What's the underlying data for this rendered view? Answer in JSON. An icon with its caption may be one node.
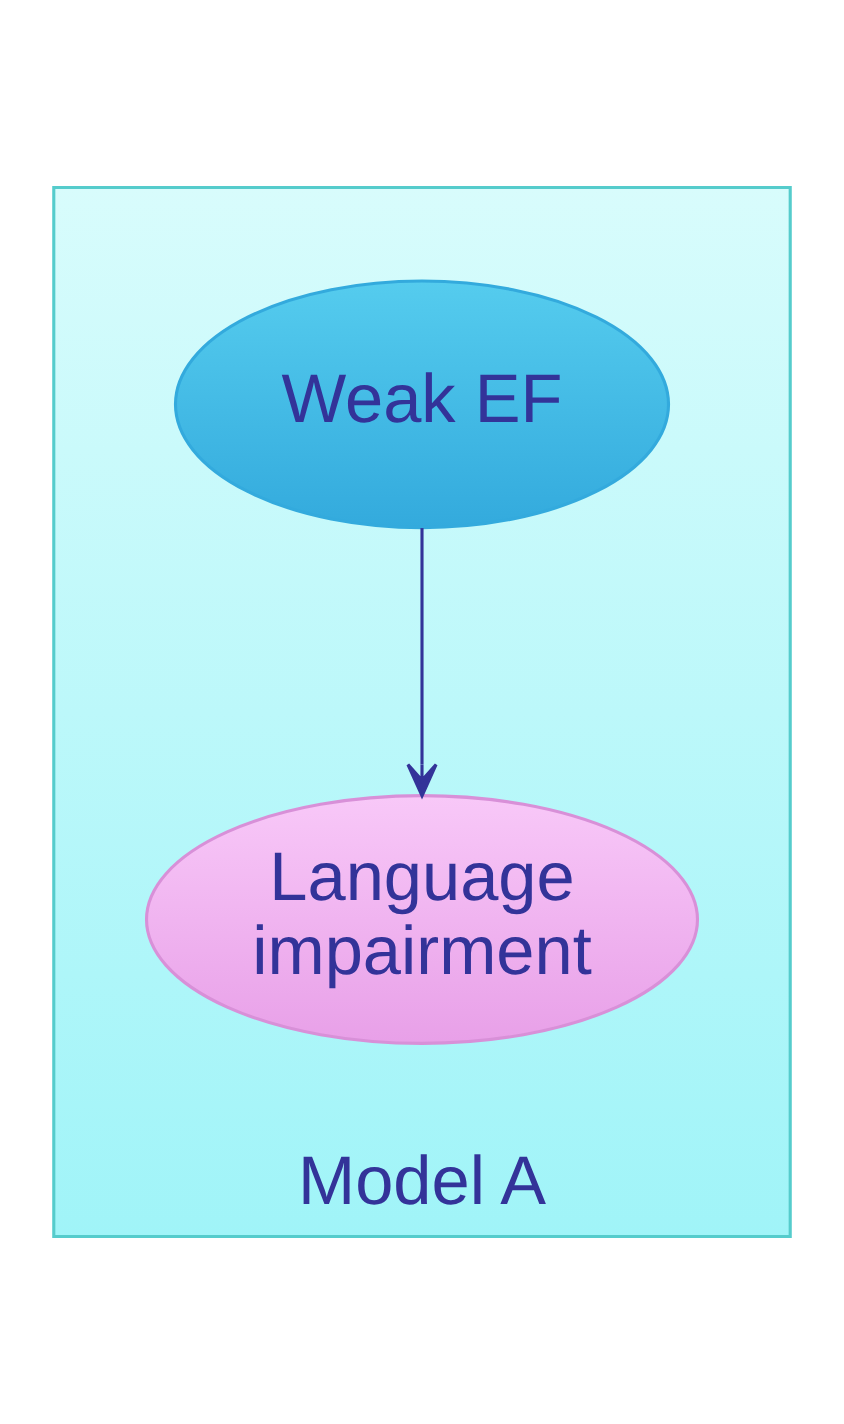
{
  "diagram": {
    "nodes": [
      {
        "text": [
          "Model A"
        ]
      },
      {
        "text": [
          "Weak EF"
        ],
        "in": 0
      },
      {
        "text": [
          "Language impairment"
        ],
        "in": 0
      }
    ],
    "edges": [
      {
        "from": 1,
        "to": 2,
        "arrow": "to"
      }
    ]
  }
}
